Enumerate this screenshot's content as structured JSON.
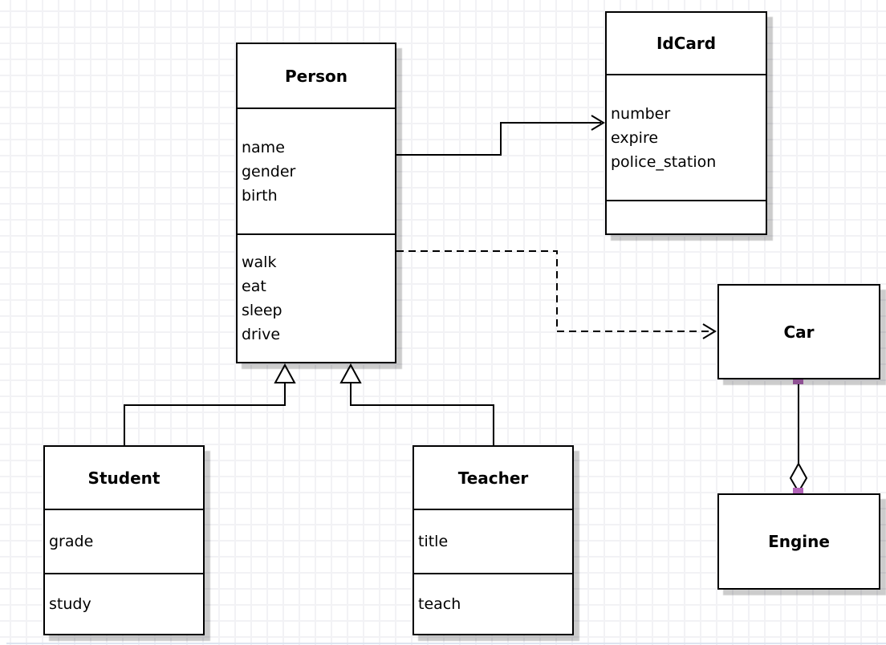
{
  "classes": {
    "person": {
      "name": "Person",
      "attributes": [
        "name",
        "gender",
        "birth"
      ],
      "methods": [
        "walk",
        "eat",
        "sleep",
        "drive"
      ]
    },
    "idcard": {
      "name": "IdCard",
      "attributes": [
        "number",
        "expire",
        "police_station"
      ],
      "methods": []
    },
    "car": {
      "name": "Car"
    },
    "engine": {
      "name": "Engine"
    },
    "student": {
      "name": "Student",
      "attributes": [
        "grade"
      ],
      "methods": [
        "study"
      ]
    },
    "teacher": {
      "name": "Teacher",
      "attributes": [
        "title"
      ],
      "methods": [
        "teach"
      ]
    }
  },
  "relationships": [
    {
      "from": "Person",
      "to": "IdCard",
      "type": "association",
      "line": "solid",
      "arrow": "open-arrow"
    },
    {
      "from": "Person",
      "to": "Car",
      "type": "dependency",
      "line": "dashed",
      "arrow": "open-arrow"
    },
    {
      "from": "Student",
      "to": "Person",
      "type": "generalization",
      "line": "solid",
      "arrow": "hollow-triangle"
    },
    {
      "from": "Teacher",
      "to": "Person",
      "type": "generalization",
      "line": "solid",
      "arrow": "hollow-triangle"
    },
    {
      "from": "Car",
      "to": "Engine",
      "type": "aggregation",
      "line": "solid",
      "arrow": "hollow-diamond"
    }
  ],
  "colors": {
    "box_border": "#000000",
    "box_fill": "#ffffff",
    "grid_line": "#f2f2f5",
    "shadow": "#cccccc",
    "endpoint_handle": "#b264b8"
  }
}
